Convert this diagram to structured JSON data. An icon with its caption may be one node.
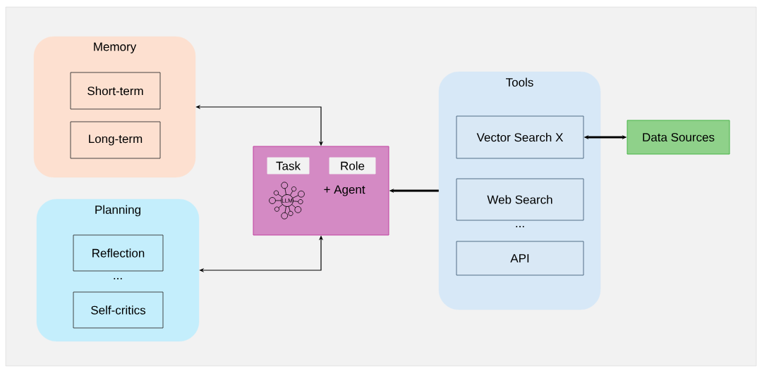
{
  "diagram": {
    "nodes": [
      {
        "text": [
          "Memory"
        ]
      },
      {
        "text": [
          "Short-term"
        ],
        "in": 0
      },
      {
        "text": [
          "Long-term"
        ],
        "in": 0
      },
      {
        "text": [
          "Planning"
        ]
      },
      {
        "text": [
          "Reflection"
        ],
        "in": 3
      },
      {
        "text": [
          "Self-critics"
        ],
        "in": 3
      },
      {
        "text": [
          "+ Agent"
        ]
      },
      {
        "text": [
          "Task"
        ],
        "in": 6
      },
      {
        "text": [
          "Role"
        ],
        "in": 6
      },
      {
        "text": [
          "Tools"
        ]
      },
      {
        "text": [
          "Vector Search X"
        ],
        "in": 9
      },
      {
        "text": [
          "Web Search"
        ],
        "in": 9
      },
      {
        "text": [
          "API"
        ],
        "in": 9
      },
      {
        "text": [
          "Data Sources"
        ]
      }
    ],
    "edges": [
      {
        "from": 6,
        "to": 0,
        "arrow": "both"
      },
      {
        "from": 6,
        "to": 3,
        "arrow": "both"
      },
      {
        "from": 9,
        "to": 6,
        "arrow": "to",
        "style": "thick"
      },
      {
        "from": 10,
        "to": 13,
        "arrow": "both",
        "style": "thick"
      }
    ],
    "labels": [
      "LLM",
      "...",
      "..."
    ]
  }
}
